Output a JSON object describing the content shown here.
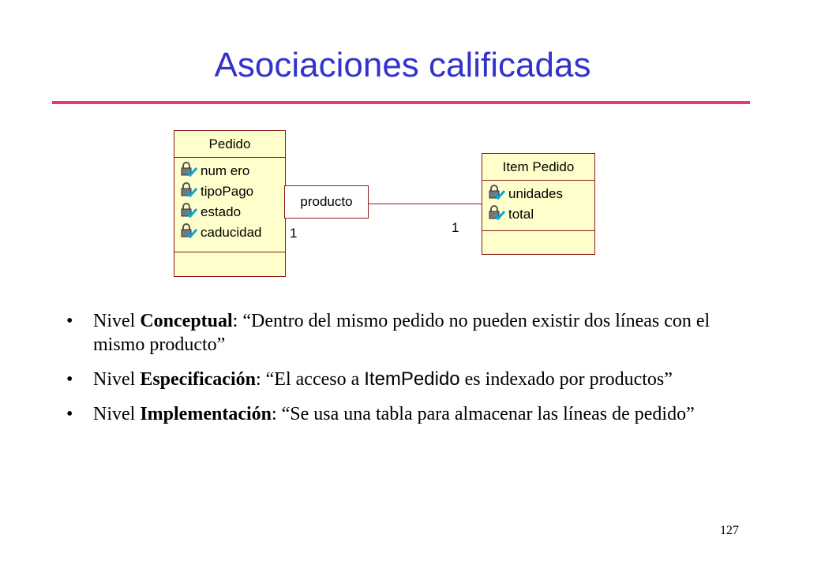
{
  "title": "Asociaciones calificadas",
  "diagram": {
    "class_pedido": {
      "name": "Pedido",
      "attributes": [
        "num ero",
        "tipoPago",
        "estado",
        "caducidad"
      ]
    },
    "class_itempedido": {
      "name": "Item Pedido",
      "attributes": [
        "unidades",
        "total"
      ]
    },
    "qualifier": "producto",
    "multiplicity_pedido": "1",
    "multiplicity_itempedido": "1"
  },
  "bullets": [
    {
      "level": "Nivel ",
      "level_bold": "Conceptual",
      "sep": ": ",
      "text": "“Dentro del mismo pedido no pueden existir dos líneas con el mismo producto”"
    },
    {
      "level": "Nivel ",
      "level_bold": "Especificación",
      "sep": ": ",
      "text_before": "“El acceso a ",
      "text_code": "ItemPedido",
      "text_after": " es indexado por productos”"
    },
    {
      "level": "Nivel ",
      "level_bold": "Implementación",
      "sep": ": ",
      "text": "“Se usa una tabla para almacenar las líneas de pedido”"
    }
  ],
  "bullet_symbol": "•",
  "page_number": "127",
  "colors": {
    "title": "#3333cc",
    "rule": "#ee3377",
    "class_fill": "#ffffcc",
    "class_border": "#8a1a1a"
  },
  "icons": {
    "attribute": "padlock-attribute-icon"
  }
}
